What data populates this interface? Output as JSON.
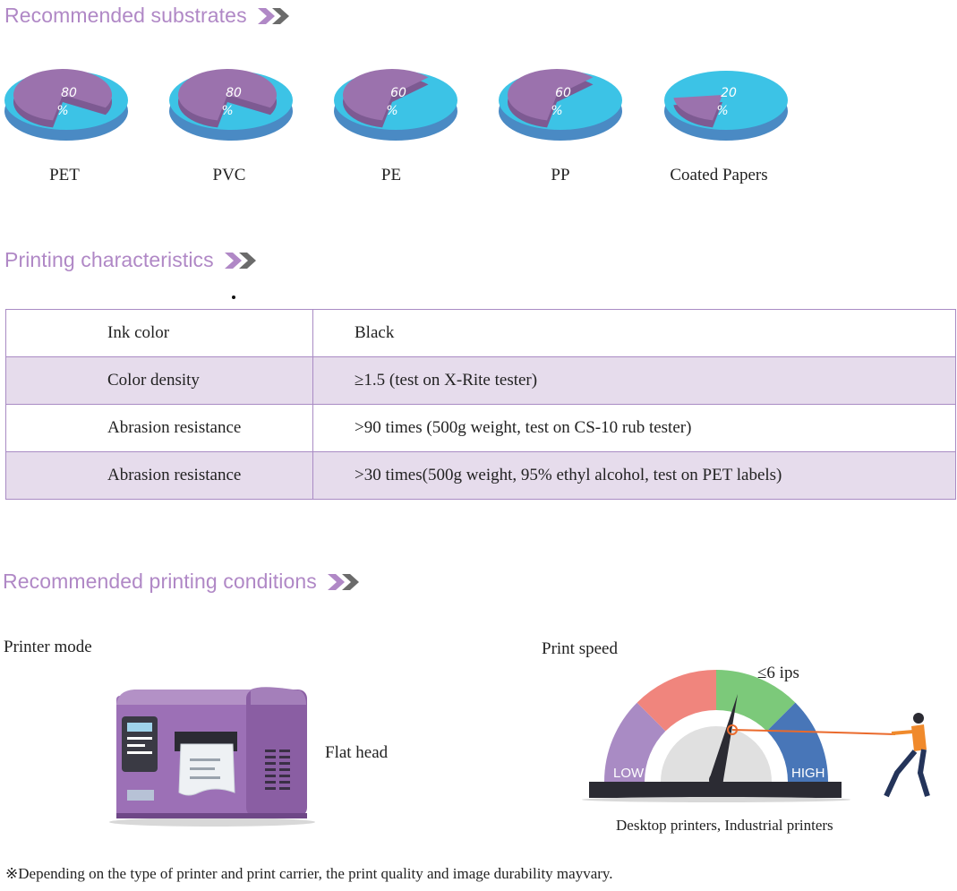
{
  "sections": {
    "substrates_title": "Recommended substrates",
    "characteristics_title": "Printing characteristics",
    "conditions_title": "Recommended printing conditions"
  },
  "substrates": [
    {
      "value": "80",
      "unit": "%",
      "label": "PET"
    },
    {
      "value": "80",
      "unit": "%",
      "label": "PVC"
    },
    {
      "value": "60",
      "unit": "%",
      "label": "PE"
    },
    {
      "value": "60",
      "unit": "%",
      "label": "PP"
    },
    {
      "value": "20",
      "unit": "%",
      "label": "Coated Papers"
    }
  ],
  "characteristics": [
    {
      "key": "Ink color",
      "value": "Black"
    },
    {
      "key": "Color density",
      "value": "≥1.5 (test on X-Rite tester)"
    },
    {
      "key": "Abrasion resistance",
      "value": ">90 times (500g weight, test on CS-10 rub tester)"
    },
    {
      "key": "Abrasion resistance",
      "value": ">30 times(500g weight, 95% ethyl alcohol, test on PET labels)"
    }
  ],
  "conditions": {
    "printer_mode_label": "Printer mode",
    "printer_mode_value": "Flat head",
    "print_speed_label": "Print speed",
    "speed_value": "≤6 ips",
    "gauge_low": "LOW",
    "gauge_high": "HIGH",
    "printer_types": "Desktop printers, Industrial printers"
  },
  "footnote": "※Depending on the type of printer and print carrier, the print quality and image durability mayvary.",
  "colors": {
    "accent_purple": "#b088c6",
    "pie_cyan": "#3cc3e6",
    "pie_purple": "#9b72ad",
    "table_alt_row": "#e6dcec"
  }
}
